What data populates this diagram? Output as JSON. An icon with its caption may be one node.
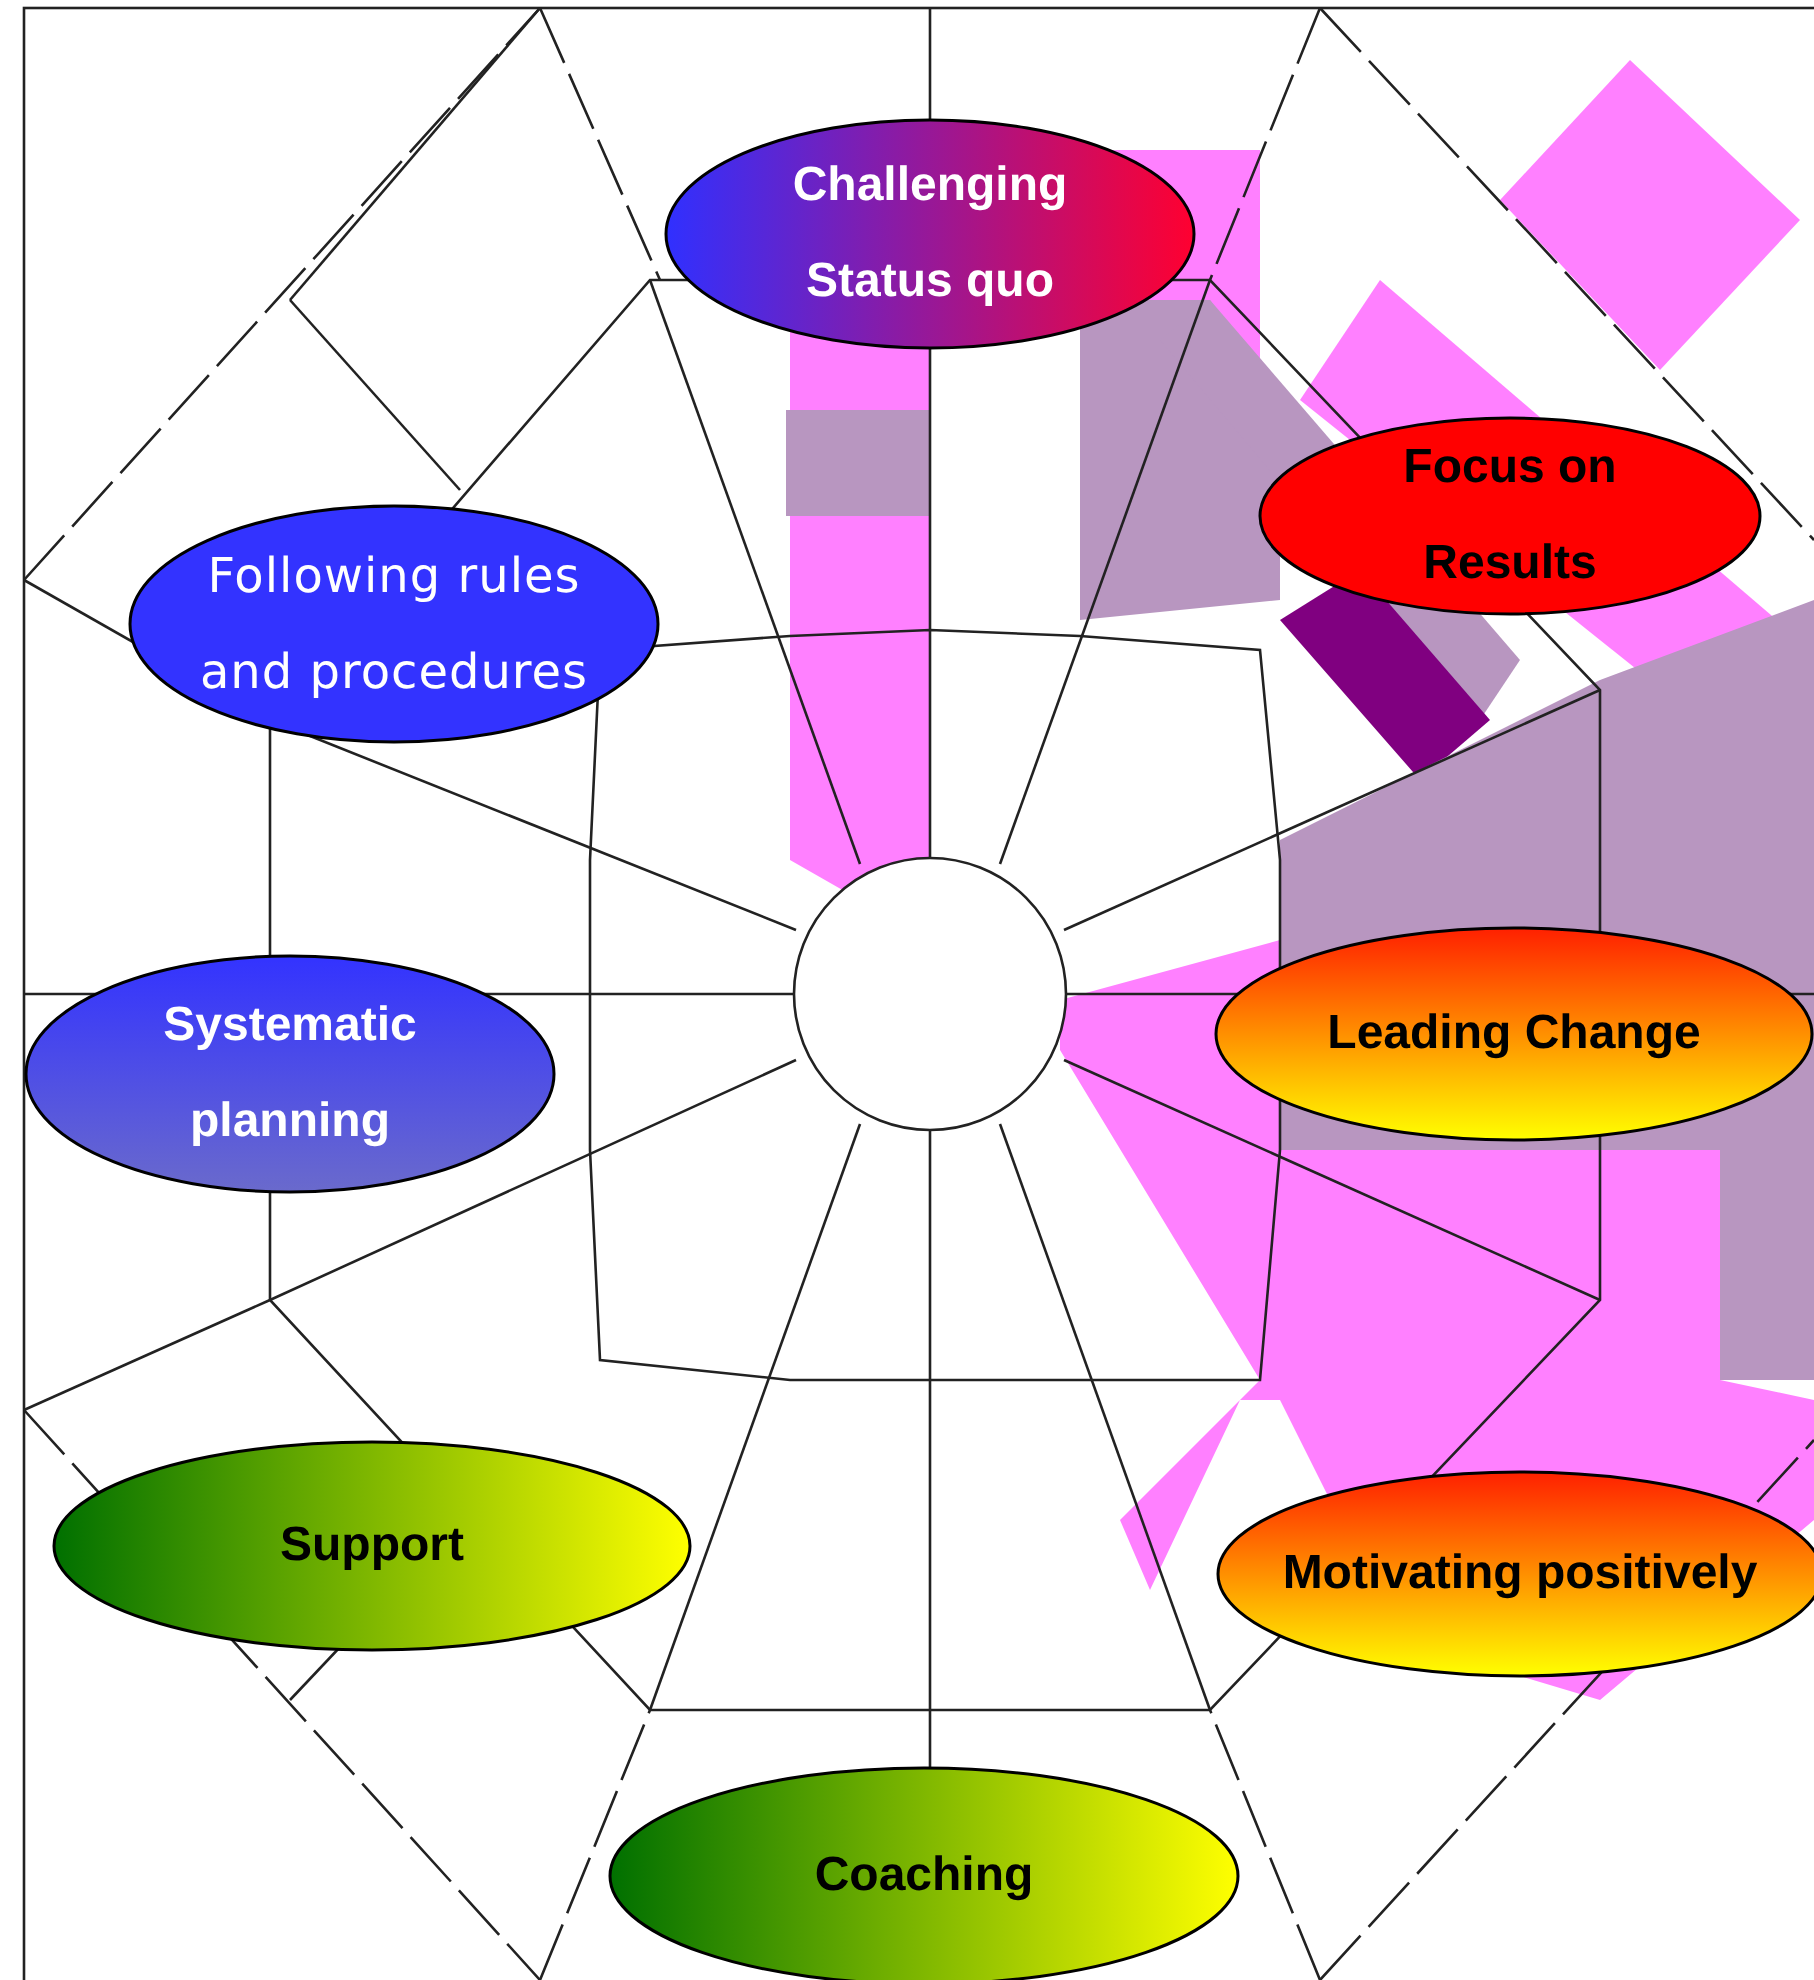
{
  "diagram": {
    "nodes": [
      {
        "text": [
          "Challenging Status quo"
        ]
      },
      {
        "text": [
          "Focus on Results"
        ]
      },
      {
        "text": [
          "Following rules and procedures"
        ]
      },
      {
        "text": [
          "Leading Change"
        ]
      },
      {
        "text": [
          "Systematic planning"
        ]
      },
      {
        "text": [
          "Motivating positively"
        ]
      },
      {
        "text": [
          "Support"
        ]
      },
      {
        "text": [
          "Coaching"
        ]
      }
    ]
  }
}
